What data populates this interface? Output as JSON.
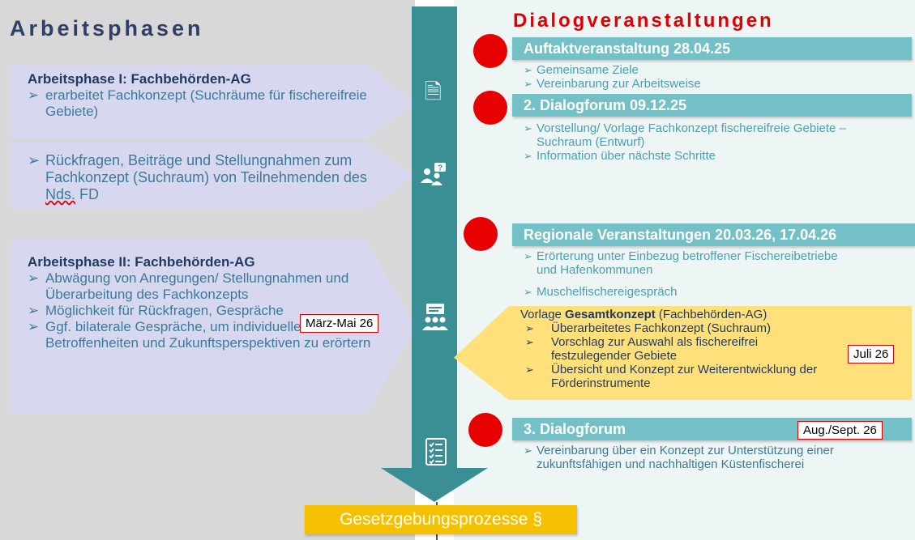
{
  "left_heading": "Arbeitsphasen",
  "right_heading": "Dialogveranstaltungen",
  "icons": [
    "document-icon",
    "people-question-icon",
    "meeting-presentation-icon",
    "checklist-icon"
  ],
  "left_boxes": {
    "box1": {
      "title": "Arbeitsphase I: Fachbehörden-AG",
      "bullet1": "erarbeitet Fachkonzept (Suchräume für fischereifreie  Gebiete)"
    },
    "box2": {
      "text_main": "Rückfragen, Beiträge und Stellungnahmen zum Fachkonzept (Suchraum) von Teilnehmenden des ",
      "text_underlined": "Nds.",
      "text_end": " FD"
    },
    "box3": {
      "title": "Arbeitsphase II: Fachbehörden-AG",
      "bullet1": "Abwägung von Anregungen/ Stellungnahmen und Überarbeitung des Fachkonzepts",
      "bullet2": "Möglichkeit für Rückfragen, Gespräche",
      "bullet3": "Ggf. bilaterale Gespräche, um individuelle Betroffenheiten und Zukunftsperspektiven zu erörtern"
    }
  },
  "events": {
    "e1": {
      "title": "Auftaktveranstaltung 28.04.25",
      "bullet1": "Gemeinsame Ziele",
      "bullet2": "Vereinbarung zur Arbeitsweise"
    },
    "e2": {
      "title": "2. Dialogforum 09.12.25",
      "bullet1": "Vorstellung/ Vorlage Fachkonzept fischereifreie Gebiete – Suchraum (Entwurf)",
      "bullet2": "Information über nächste Schritte"
    },
    "e3": {
      "title": "Regionale Veranstaltungen 20.03.26, 17.04.26",
      "bullet1": "Erörterung unter Einbezug betroffener Fischereibetriebe und Hafenkommunen",
      "bullet2": "Muschelfischereigespräch"
    },
    "e4": {
      "title": "3. Dialogforum",
      "bullet1": "Vereinbarung über ein Konzept zur Unterstützung einer zukunftsfähigen und nachhaltigen Küstenfischerei"
    }
  },
  "gesamtkonzept": {
    "prefix": "Vorlage ",
    "bold": "Gesamtkonzept",
    "suffix": " (Fachbehörden-AG)",
    "bullet1": "Überarbeitetes Fachkonzept (Suchraum)",
    "bullet2": "Vorschlag zur Auswahl als fischereifrei festzulegender Gebiete",
    "bullet3": "Übersicht und Konzept zur Weiterentwicklung der Förderinstrumente"
  },
  "dates": {
    "maerz_mai": "März-Mai 26",
    "juli": "Juli 26",
    "aug_sept": "Aug./Sept. 26"
  },
  "legal_label": "Gesetzgebungsprozesse §",
  "colors": {
    "spine": "#3a8f94",
    "event_bar": "#73c1c6",
    "marker": "#e60000",
    "gesamtkonzept_box": "#ffe07a",
    "legal_box": "#f5c000",
    "phase_box": "#d7d8f0",
    "heading_right": "#e00000"
  }
}
